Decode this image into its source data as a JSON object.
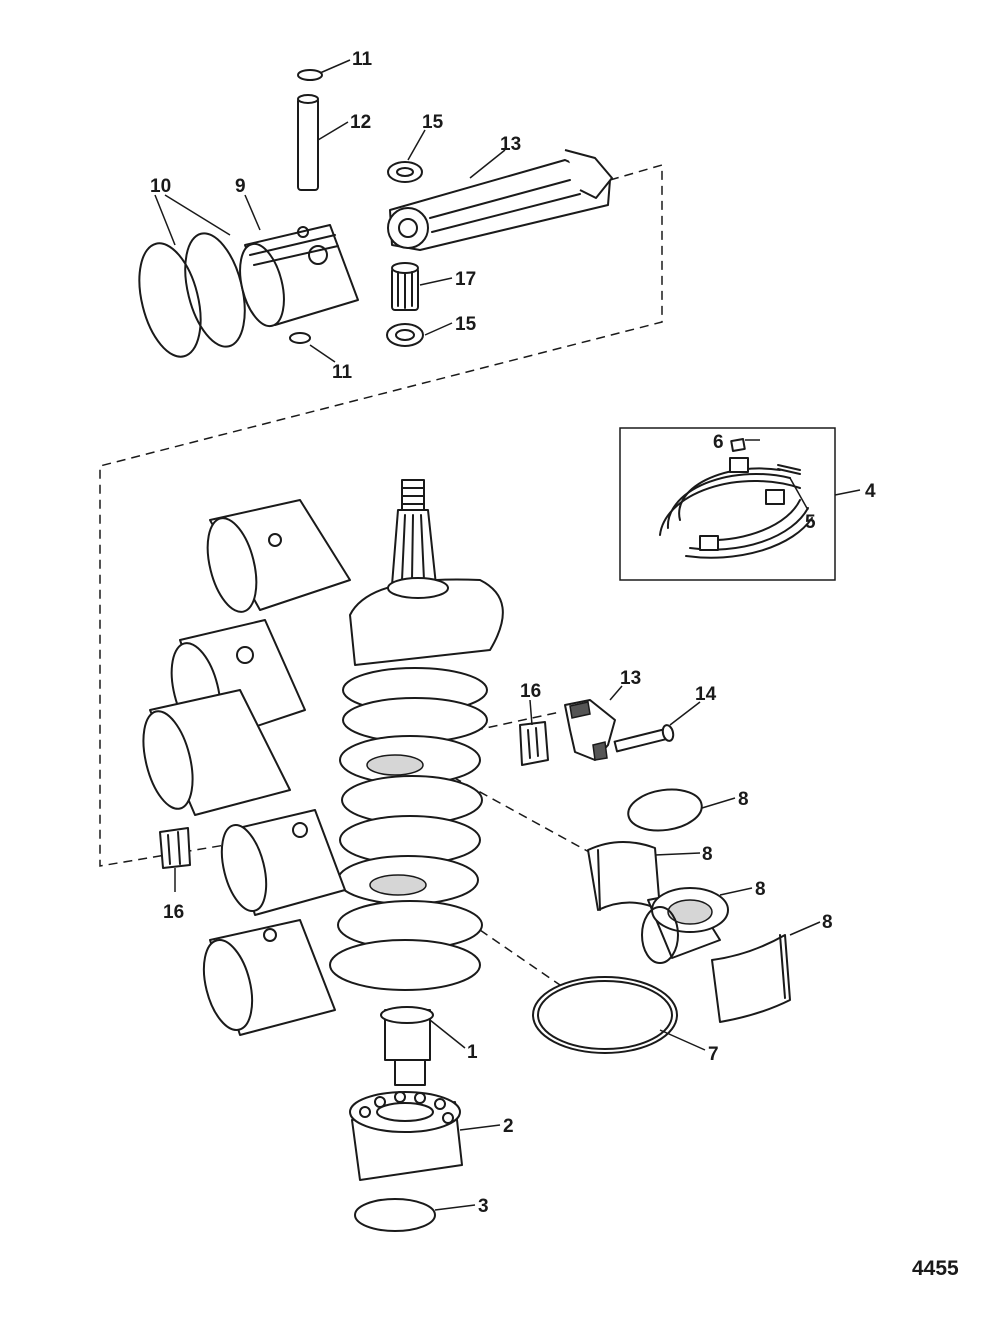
{
  "figure_number": "4455",
  "callouts": {
    "c1": "1",
    "c2": "2",
    "c3": "3",
    "c4": "4",
    "c5": "5",
    "c6": "6",
    "c7": "7",
    "c8a": "8",
    "c8b": "8",
    "c8c": "8",
    "c8d": "8",
    "c9": "9",
    "c10": "10",
    "c11a": "11",
    "c11b": "11",
    "c12": "12",
    "c13a": "13",
    "c13b": "13",
    "c14": "14",
    "c15a": "15",
    "c15b": "15",
    "c16a": "16",
    "c16b": "16",
    "c17": "17"
  }
}
